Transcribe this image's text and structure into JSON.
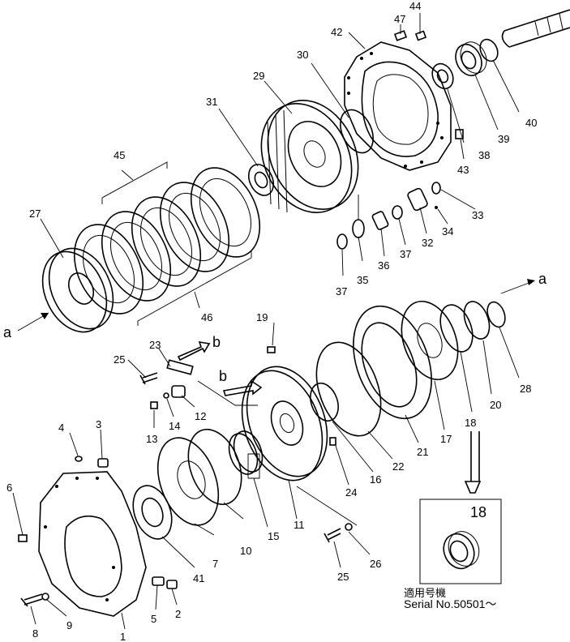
{
  "callouts": [
    {
      "id": "44",
      "text": "44"
    },
    {
      "id": "47",
      "text": "47"
    },
    {
      "id": "42",
      "text": "42"
    },
    {
      "id": "30",
      "text": "30"
    },
    {
      "id": "29",
      "text": "29"
    },
    {
      "id": "31",
      "text": "31"
    },
    {
      "id": "45",
      "text": "45"
    },
    {
      "id": "27",
      "text": "27"
    },
    {
      "id": "40",
      "text": "40"
    },
    {
      "id": "39",
      "text": "39"
    },
    {
      "id": "38",
      "text": "38"
    },
    {
      "id": "43",
      "text": "43"
    },
    {
      "id": "33",
      "text": "33"
    },
    {
      "id": "34",
      "text": "34"
    },
    {
      "id": "32",
      "text": "32"
    },
    {
      "id": "37a",
      "text": "37"
    },
    {
      "id": "36",
      "text": "36"
    },
    {
      "id": "35",
      "text": "35"
    },
    {
      "id": "37b",
      "text": "37"
    },
    {
      "id": "46",
      "text": "46"
    },
    {
      "id": "19",
      "text": "19"
    },
    {
      "id": "23",
      "text": "23"
    },
    {
      "id": "25a",
      "text": "25"
    },
    {
      "id": "14",
      "text": "14"
    },
    {
      "id": "12",
      "text": "12"
    },
    {
      "id": "13",
      "text": "13"
    },
    {
      "id": "28",
      "text": "28"
    },
    {
      "id": "20",
      "text": "20"
    },
    {
      "id": "18",
      "text": "18"
    },
    {
      "id": "17",
      "text": "17"
    },
    {
      "id": "21",
      "text": "21"
    },
    {
      "id": "22",
      "text": "22"
    },
    {
      "id": "16",
      "text": "16"
    },
    {
      "id": "24",
      "text": "24"
    },
    {
      "id": "11",
      "text": "11"
    },
    {
      "id": "15",
      "text": "15"
    },
    {
      "id": "10",
      "text": "10"
    },
    {
      "id": "7",
      "text": "7"
    },
    {
      "id": "41",
      "text": "41"
    },
    {
      "id": "26",
      "text": "26"
    },
    {
      "id": "25b",
      "text": "25"
    },
    {
      "id": "4",
      "text": "4"
    },
    {
      "id": "3",
      "text": "3"
    },
    {
      "id": "6",
      "text": "6"
    },
    {
      "id": "5",
      "text": "5"
    },
    {
      "id": "2",
      "text": "2"
    },
    {
      "id": "8",
      "text": "8"
    },
    {
      "id": "9",
      "text": "9"
    },
    {
      "id": "1",
      "text": "1"
    }
  ],
  "refs": {
    "a_left": "a",
    "a_right": "a",
    "b_top": "b",
    "b_mid": "b"
  },
  "inset": {
    "number": "18",
    "jp": "適用号機",
    "serial": "Serial  No.50501～"
  }
}
